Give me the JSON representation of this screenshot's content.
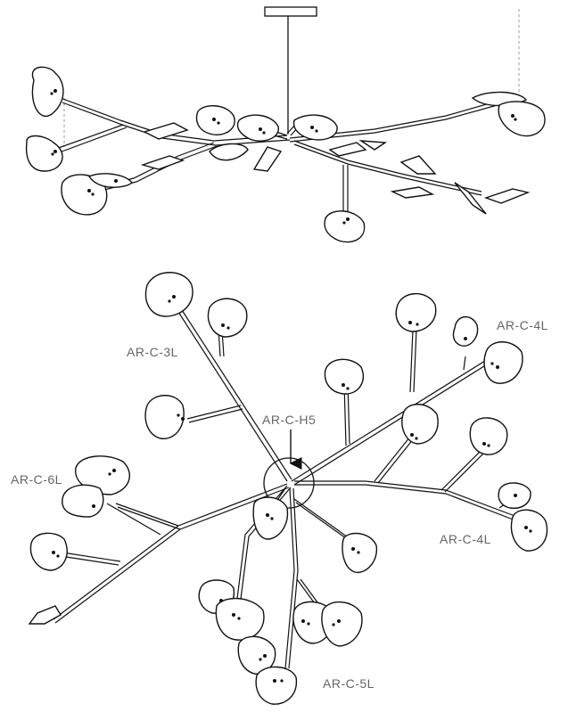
{
  "labels": {
    "module_3l": "AR-C-3L",
    "module_4l_top": "AR-C-4L",
    "hub": "AR-C-H5",
    "module_6l": "AR-C-6L",
    "module_4l_bottom": "AR-C-4L",
    "module_5l": "AR-C-5L"
  },
  "colors": {
    "line": "#111111",
    "label": "#666666",
    "leader": "#999999",
    "leaf_fill": "#ffffff"
  }
}
